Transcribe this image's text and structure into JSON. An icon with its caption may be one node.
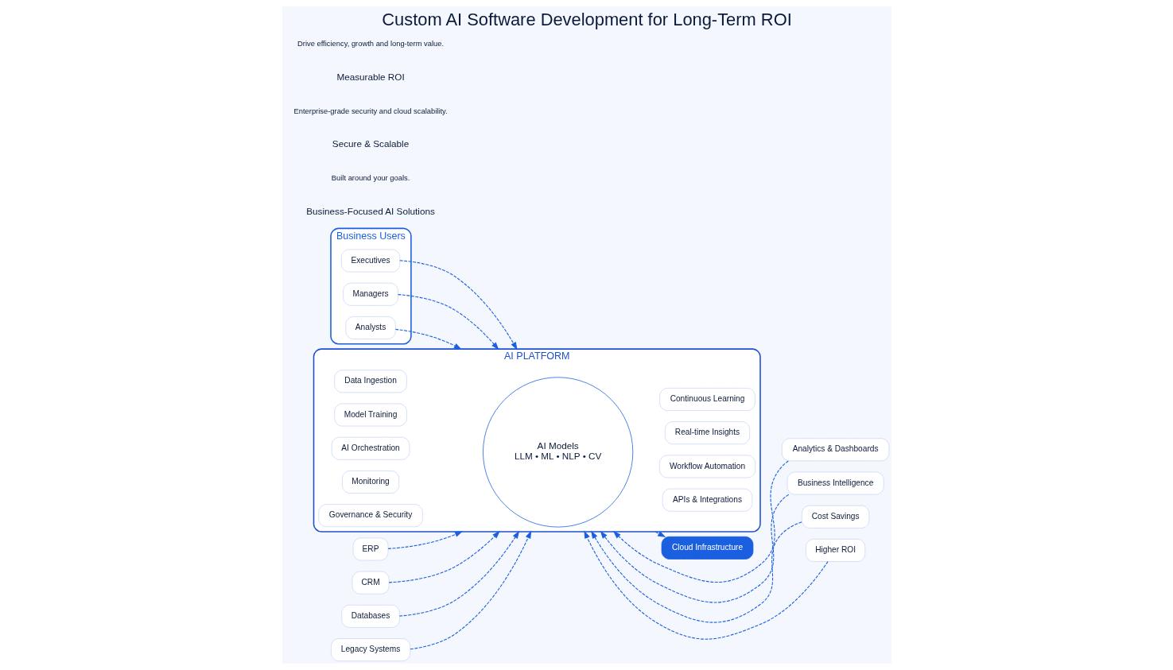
{
  "diagram": {
    "title": "Custom AI Software Development for Long-Term ROI",
    "nodes": [
      {
        "text": [
          "Business Users"
        ]
      },
      {
        "text": [
          "Executives"
        ],
        "in": 0
      },
      {
        "text": [
          "Managers"
        ],
        "in": 0
      },
      {
        "text": [
          "Analysts"
        ],
        "in": 0
      },
      {
        "text": [
          "ERP"
        ]
      },
      {
        "text": [
          "CRM"
        ]
      },
      {
        "text": [
          "Databases"
        ]
      },
      {
        "text": [
          "Legacy Systems"
        ]
      },
      {
        "text": [
          "AI PLATFORM"
        ]
      },
      {
        "text": [
          "Data Ingestion"
        ],
        "in": 8
      },
      {
        "text": [
          "Model Training"
        ],
        "in": 8
      },
      {
        "text": [
          "AI Orchestration"
        ],
        "in": 8
      },
      {
        "text": [
          "Monitoring"
        ],
        "in": 8
      },
      {
        "text": [
          "Governance & Security"
        ],
        "in": 8
      },
      {
        "text": [
          "AI Models",
          "LLM • ML • NLP • CV"
        ],
        "in": 8
      },
      {
        "text": [
          "APIs & Integrations"
        ],
        "in": 8
      },
      {
        "text": [
          "Workflow Automation"
        ],
        "in": 8
      },
      {
        "text": [
          "Real-time Insights"
        ],
        "in": 8
      },
      {
        "text": [
          "Continuous Learning"
        ],
        "in": 8
      },
      {
        "text": [
          "Analytics & Dashboards"
        ]
      },
      {
        "text": [
          "Business Intelligence"
        ]
      },
      {
        "text": [
          "Cost Savings"
        ]
      },
      {
        "text": [
          "Higher ROI"
        ]
      },
      {
        "text": [
          "Cloud Infrastructure"
        ]
      }
    ],
    "edges": [
      {
        "from": 1,
        "to": 8,
        "arrow": "to",
        "style": "dashed"
      },
      {
        "from": 2,
        "to": 8,
        "arrow": "to",
        "style": "dashed"
      },
      {
        "from": 3,
        "to": 8,
        "arrow": "to",
        "style": "dashed"
      },
      {
        "from": 4,
        "to": 8,
        "arrow": "to",
        "style": "dashed"
      },
      {
        "from": 5,
        "to": 8,
        "arrow": "to",
        "style": "dashed"
      },
      {
        "from": 6,
        "to": 8,
        "arrow": "to",
        "style": "dashed"
      },
      {
        "from": 7,
        "to": 8,
        "arrow": "to",
        "style": "dashed"
      },
      {
        "from": 19,
        "to": 8,
        "arrow": "to",
        "style": "dashed"
      },
      {
        "from": 20,
        "to": 8,
        "arrow": "to",
        "style": "dashed"
      },
      {
        "from": 21,
        "to": 8,
        "arrow": "to",
        "style": "dashed"
      },
      {
        "from": 22,
        "to": 8,
        "arrow": "to",
        "style": "dashed"
      },
      {
        "from": 8,
        "to": 23,
        "arrow": "to",
        "style": "dashed"
      }
    ],
    "labels": [
      "Business-Focused AI Solutions",
      "Built around your goals.",
      "Secure & Scalable",
      "Enterprise-grade security and cloud scalability.",
      "Measurable ROI",
      "Drive efficiency, growth and long-term value."
    ]
  }
}
